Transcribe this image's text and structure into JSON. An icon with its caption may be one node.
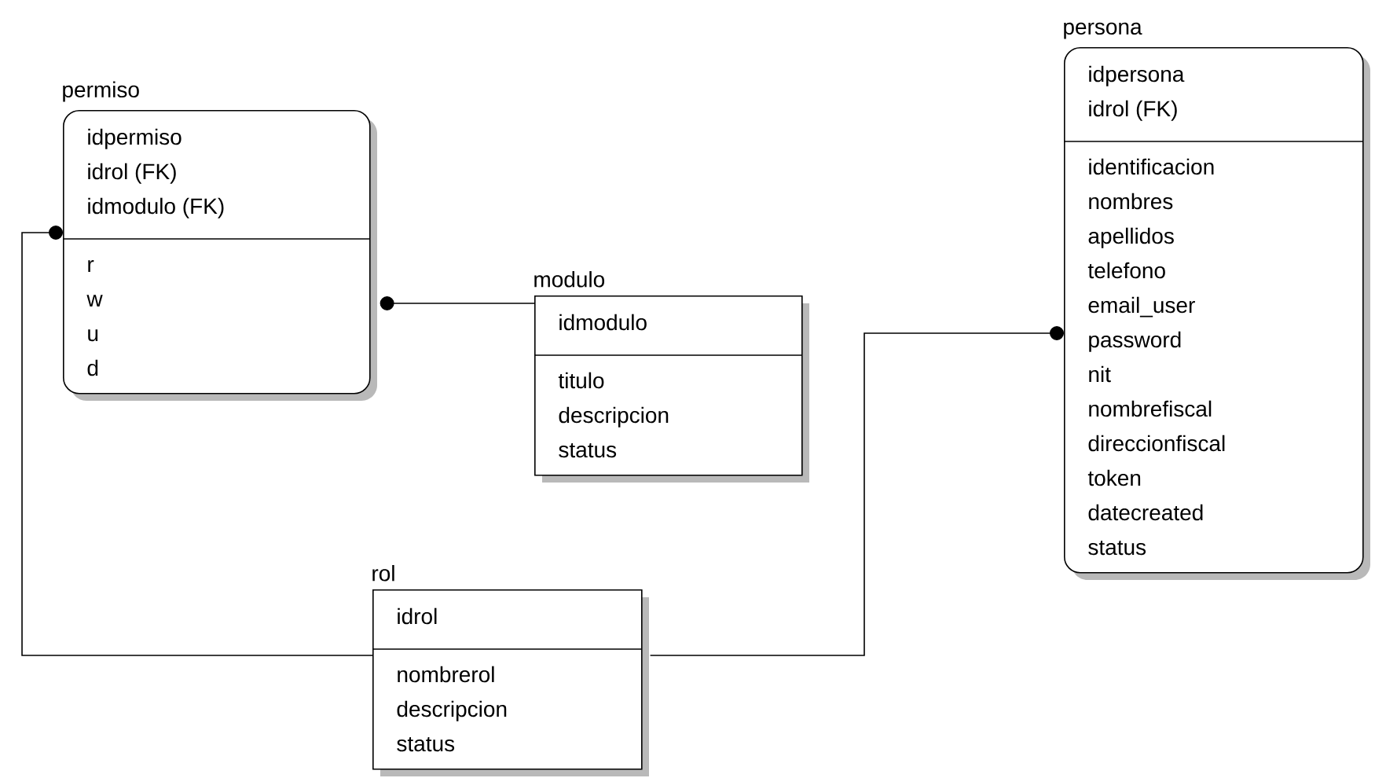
{
  "diagram": {
    "nodes": [
      {
        "text": [
          "permiso",
          "idpermiso",
          "idrol (FK)",
          "idmodulo (FK)",
          "r",
          "w",
          "u",
          "d"
        ]
      },
      {
        "text": [
          "modulo",
          "idmodulo",
          "titulo",
          "descripcion",
          "status"
        ]
      },
      {
        "text": [
          "rol",
          "idrol",
          "nombrerol",
          "descripcion",
          "status"
        ]
      },
      {
        "text": [
          "persona",
          "idpersona",
          "idrol (FK)",
          "identificacion",
          "nombres",
          "apellidos",
          "telefono",
          "email_user",
          "password",
          "nit",
          "nombrefiscal",
          "direccionfiscal",
          "token",
          "datecreated",
          "status"
        ]
      }
    ],
    "edges": [
      {
        "from": 2,
        "to": 0,
        "arrow": "other"
      },
      {
        "from": 1,
        "to": 0,
        "arrow": "other"
      },
      {
        "from": 2,
        "to": 3,
        "arrow": "other"
      }
    ]
  }
}
